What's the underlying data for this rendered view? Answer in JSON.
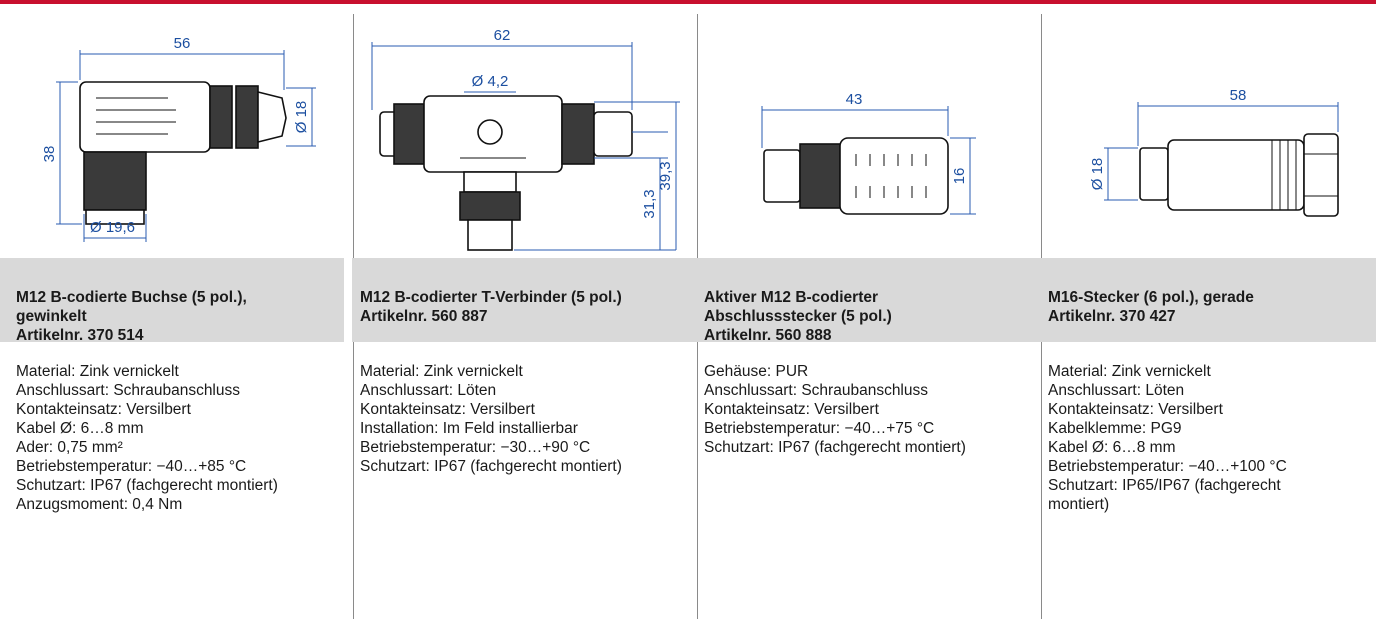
{
  "products": [
    {
      "title_lines": [
        "M12 B-codierte Buchse (5 pol.),",
        "gewinkelt",
        "Artikelnr. 370 514"
      ],
      "specs": [
        "Material: Zink vernickelt",
        "Anschlussart: Schraubanschluss",
        "Kontakteinsatz: Versilbert",
        "Kabel Ø: 6…8 mm",
        "Ader: 0,75 mm²",
        "Betriebstemperatur: −40…+85 °C",
        "Schutzart: IP67 (fachgerecht montiert)",
        "Anzugsmoment: 0,4 Nm"
      ],
      "dims": {
        "a": "56",
        "b": "38",
        "c": "Ø 18",
        "d": "Ø 19,6"
      }
    },
    {
      "title_lines": [
        "M12 B-codierter T-Verbinder (5 pol.)",
        "Artikelnr. 560 887"
      ],
      "specs": [
        "Material: Zink vernickelt",
        "Anschlussart: Löten",
        "Kontakteinsatz: Versilbert",
        "Installation: Im Feld installierbar",
        "Betriebstemperatur: −30…+90 °C",
        "Schutzart: IP67 (fachgerecht montiert)"
      ],
      "dims": {
        "a": "62",
        "b": "Ø 4,2",
        "c": "31,3",
        "d": "39,3"
      }
    },
    {
      "title_lines": [
        "Aktiver M12 B-codierter",
        "Abschlussstecker (5 pol.)",
        "Artikelnr. 560 888"
      ],
      "specs": [
        "Gehäuse: PUR",
        "Anschlussart: Schraubanschluss",
        "Kontakteinsatz: Versilbert",
        "Betriebstemperatur: −40…+75 °C",
        "Schutzart: IP67 (fachgerecht montiert)"
      ],
      "dims": {
        "a": "43",
        "b": "16"
      }
    },
    {
      "title_lines": [
        "M16-Stecker (6 pol.), gerade",
        "Artikelnr. 370 427"
      ],
      "specs": [
        "Material: Zink vernickelt",
        "Anschlussart: Löten",
        "Kontakteinsatz: Versilbert",
        "Kabelklemme: PG9",
        "Kabel Ø: 6…8 mm",
        "Betriebstemperatur: −40…+100 °C",
        "Schutzart: IP65/IP67 (fachgerecht",
        "montiert)"
      ],
      "dims": {
        "a": "58",
        "b": "Ø 18"
      }
    }
  ],
  "colors": {
    "accent_bar": "#c8102e",
    "title_bg": "#d9d9d9",
    "dimension": "#1c4fa0"
  }
}
